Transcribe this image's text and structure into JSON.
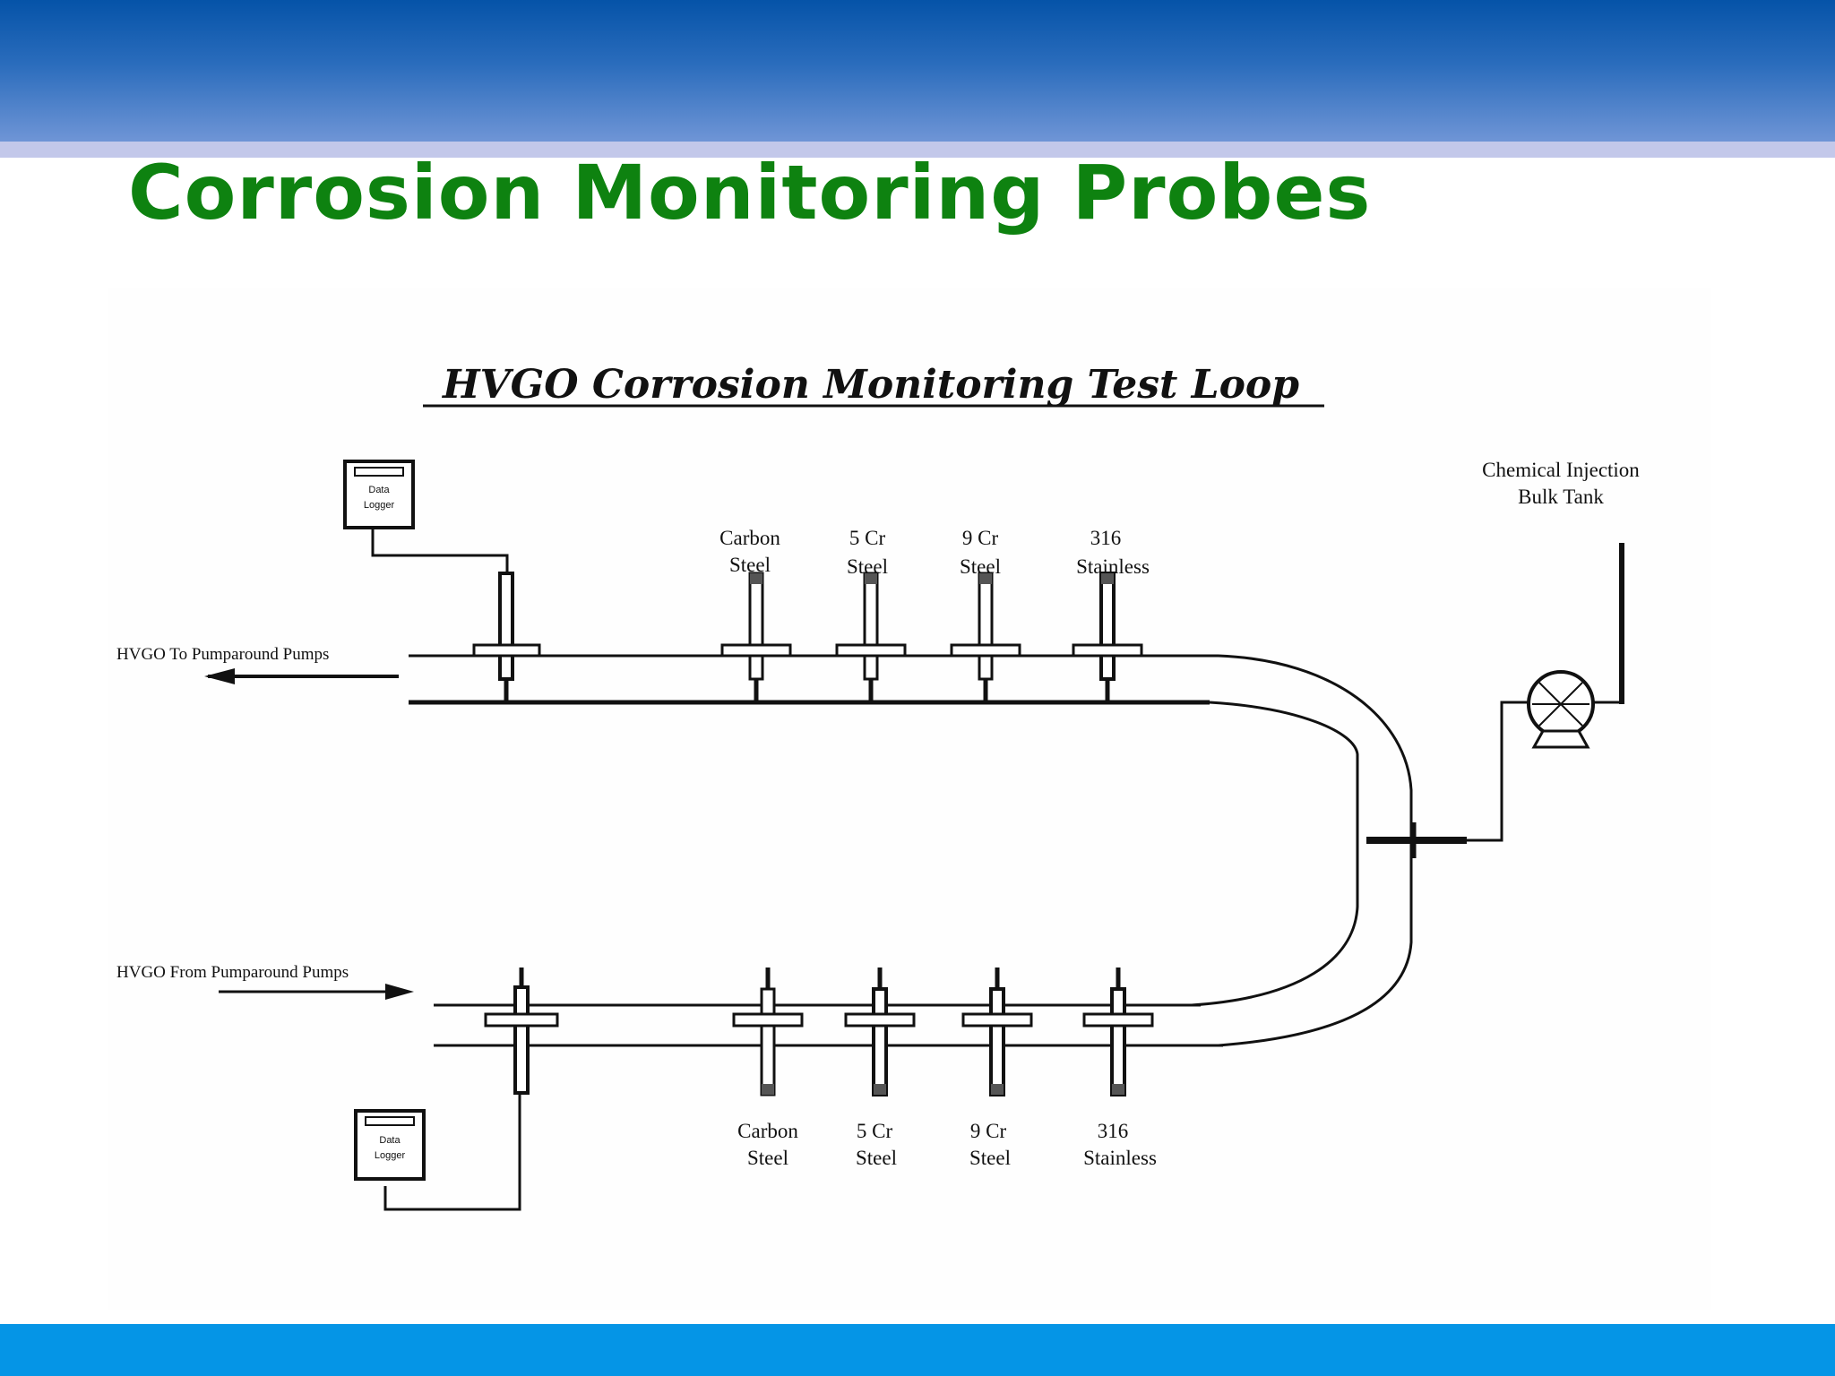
{
  "slide": {
    "title": "Corrosion Monitoring Probes"
  },
  "diagram": {
    "title": "HVGO Corrosion Monitoring Test Loop",
    "outlet_label": "HVGO To Pumparound Pumps",
    "inlet_label": "HVGO From Pumparound Pumps",
    "tank_label_line1": "Chemical Injection",
    "tank_label_line2": "Bulk Tank",
    "data_logger": {
      "line1": "Data",
      "line2": "Logger"
    },
    "top_probes": [
      {
        "line1": "Carbon",
        "line2": "Steel"
      },
      {
        "line1": "5 Cr",
        "line2": "Steel"
      },
      {
        "line1": "9 Cr",
        "line2": "Steel"
      },
      {
        "line1": "316",
        "line2": "Stainless"
      }
    ],
    "bottom_probes": [
      {
        "line1": "Carbon",
        "line2": "Steel"
      },
      {
        "line1": "5 Cr",
        "line2": "Steel"
      },
      {
        "line1": "9 Cr",
        "line2": "Steel"
      },
      {
        "line1": "316",
        "line2": "Stainless"
      }
    ]
  },
  "colors": {
    "banner": "#0553a8",
    "title_green": "#0e8210",
    "footer": "#0595e6"
  }
}
